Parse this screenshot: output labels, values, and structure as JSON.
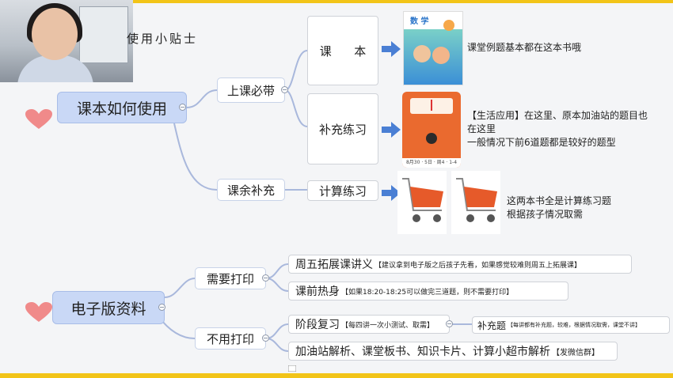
{
  "tip_text": "使用小贴士",
  "map1": {
    "root": "课本如何使用",
    "branch_a": "上课必带",
    "branch_b": "课余补充",
    "leaf_textbook": "课      本",
    "leaf_practice": "补充练习",
    "leaf_calc": "计算练习",
    "book_title": "数  学",
    "note_textbook": "课堂例题基本都在这本书哦",
    "note_practice": [
      "【生活应用】在这里、原本加油站的题目也",
      "在这里",
      "一般情况下前6道题都是较好的题型"
    ],
    "note_calc": [
      "这两本书全是计算练习题",
      "根据孩子情况取需"
    ],
    "scale_band": "8月30 · 5日 · 周4 · 1-4"
  },
  "map2": {
    "root": "电子版资料",
    "branch_a": "需要打印",
    "branch_b": "不用打印",
    "row1_main": "周五拓展课讲义",
    "row1_sub": "【建议拿到电子版之后孩子先看，如果感觉较难则周五上拓展课】",
    "row2_main": "课前热身",
    "row2_sub": "【如果18:20-18:25可以做完三道题，则不需要打印】",
    "row3_main": "阶段复习",
    "row3_sub": "【每四讲一次小测试、取需】",
    "row3_child_main": "补充题",
    "row3_child_sub": "【每讲都有补充题，较难，根据情况取需，课堂不讲】",
    "row4_main": "加油站解析、课堂板书、知识卡片、计算小超市解析",
    "row4_sub": "【发微信群】"
  },
  "colors": {
    "accent_yellow": "#f2c418",
    "root_fill": "#c9d8f6",
    "arrow_blue": "#4a7fd4",
    "heart": "#f08a8a",
    "connector": "#a9b8dc"
  }
}
